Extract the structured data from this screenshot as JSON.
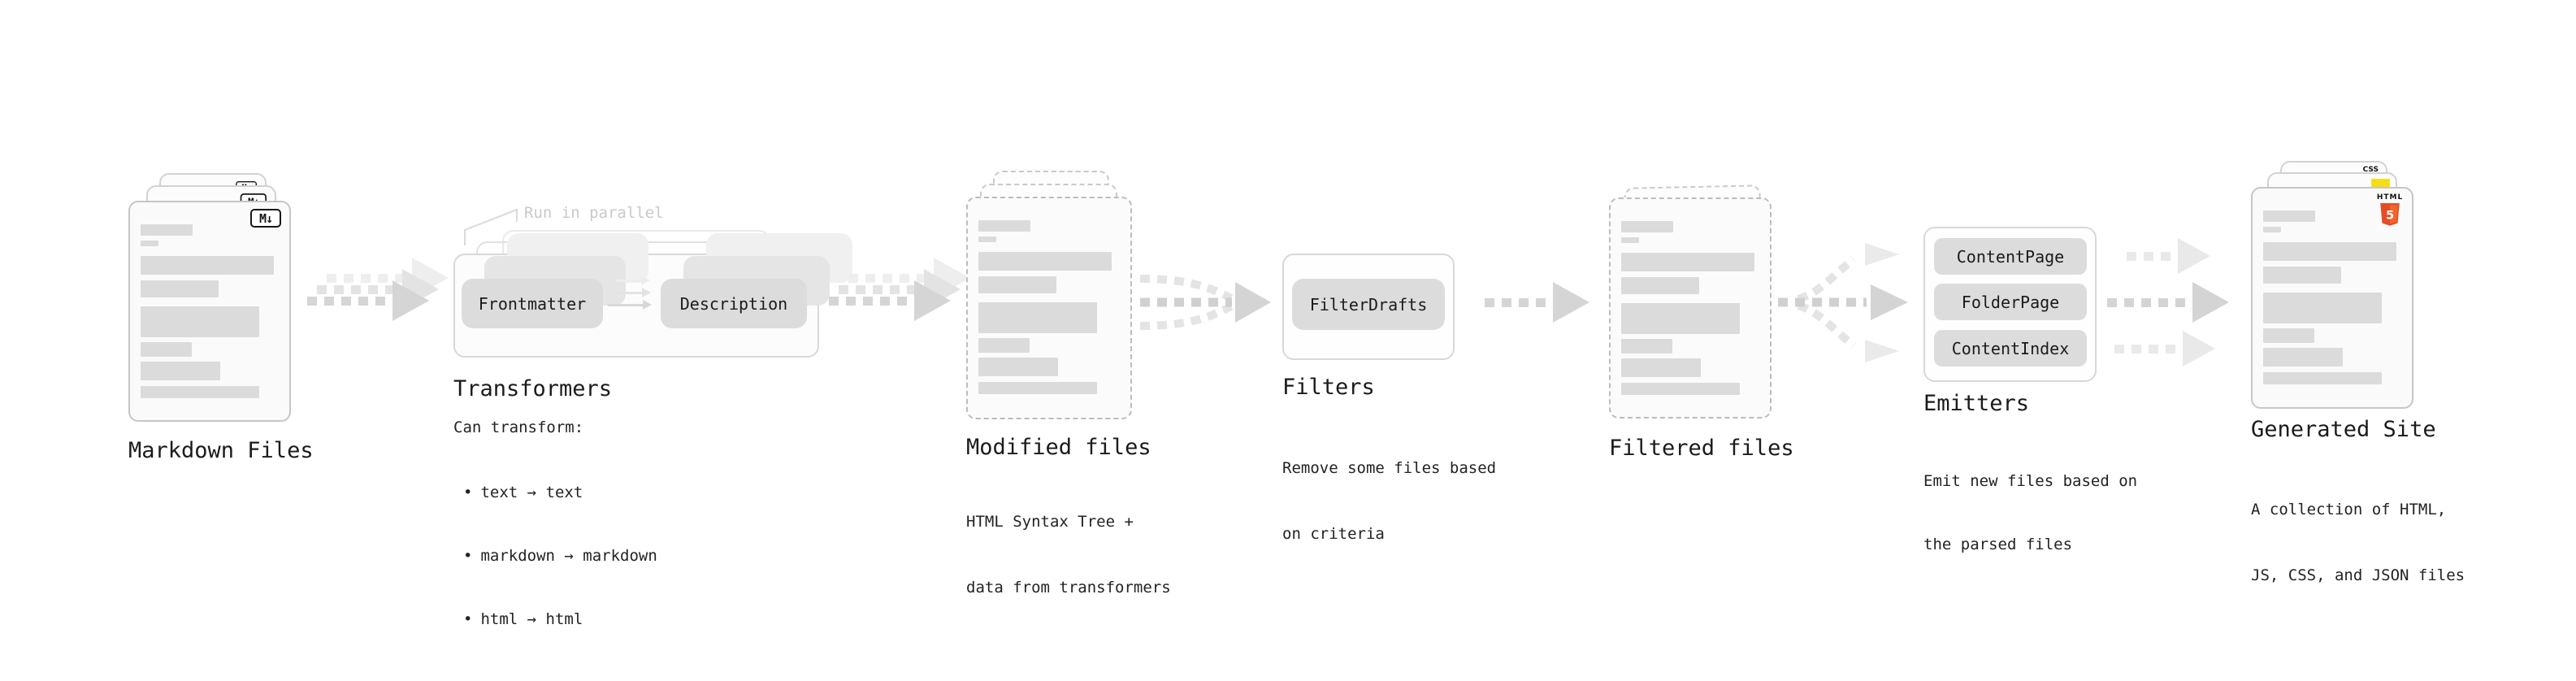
{
  "stages": {
    "markdown_files": {
      "label": "Markdown Files",
      "badge": "M↓"
    },
    "transformers": {
      "title": "Transformers",
      "note": "Run in parallel",
      "pill_left": "Frontmatter",
      "pill_right": "Description",
      "caption_heading": "Can transform:",
      "bullet_char": "•",
      "bullets": [
        "text → text",
        "markdown → markdown",
        "html → html"
      ]
    },
    "modified_files": {
      "label": "Modified files",
      "caption": [
        "HTML Syntax Tree +",
        "data from transformers"
      ]
    },
    "filters": {
      "title": "Filters",
      "pill": "FilterDrafts",
      "caption": [
        "Remove some files based",
        "on criteria"
      ]
    },
    "filtered_files": {
      "label": "Filtered files"
    },
    "emitters": {
      "title": "Emitters",
      "pills": [
        "ContentPage",
        "FolderPage",
        "ContentIndex"
      ],
      "caption": [
        "Emit new files based on",
        "the parsed files"
      ]
    },
    "generated_site": {
      "label": "Generated Site",
      "caption": [
        "A collection of HTML,",
        "JS, CSS, and JSON files"
      ],
      "html_badge_word": "HTML",
      "html_badge_number": "5",
      "css_badge": "CSS"
    }
  },
  "colors": {
    "html5_orange": "#e44d26",
    "html5_orange_light": "#f16529",
    "js_yellow": "#f5de19",
    "css_blue": "#2862e9",
    "arrow_gray": "#d5d5d5",
    "note_gray": "#c9c9c9",
    "text_dark": "#1b1b1b"
  }
}
